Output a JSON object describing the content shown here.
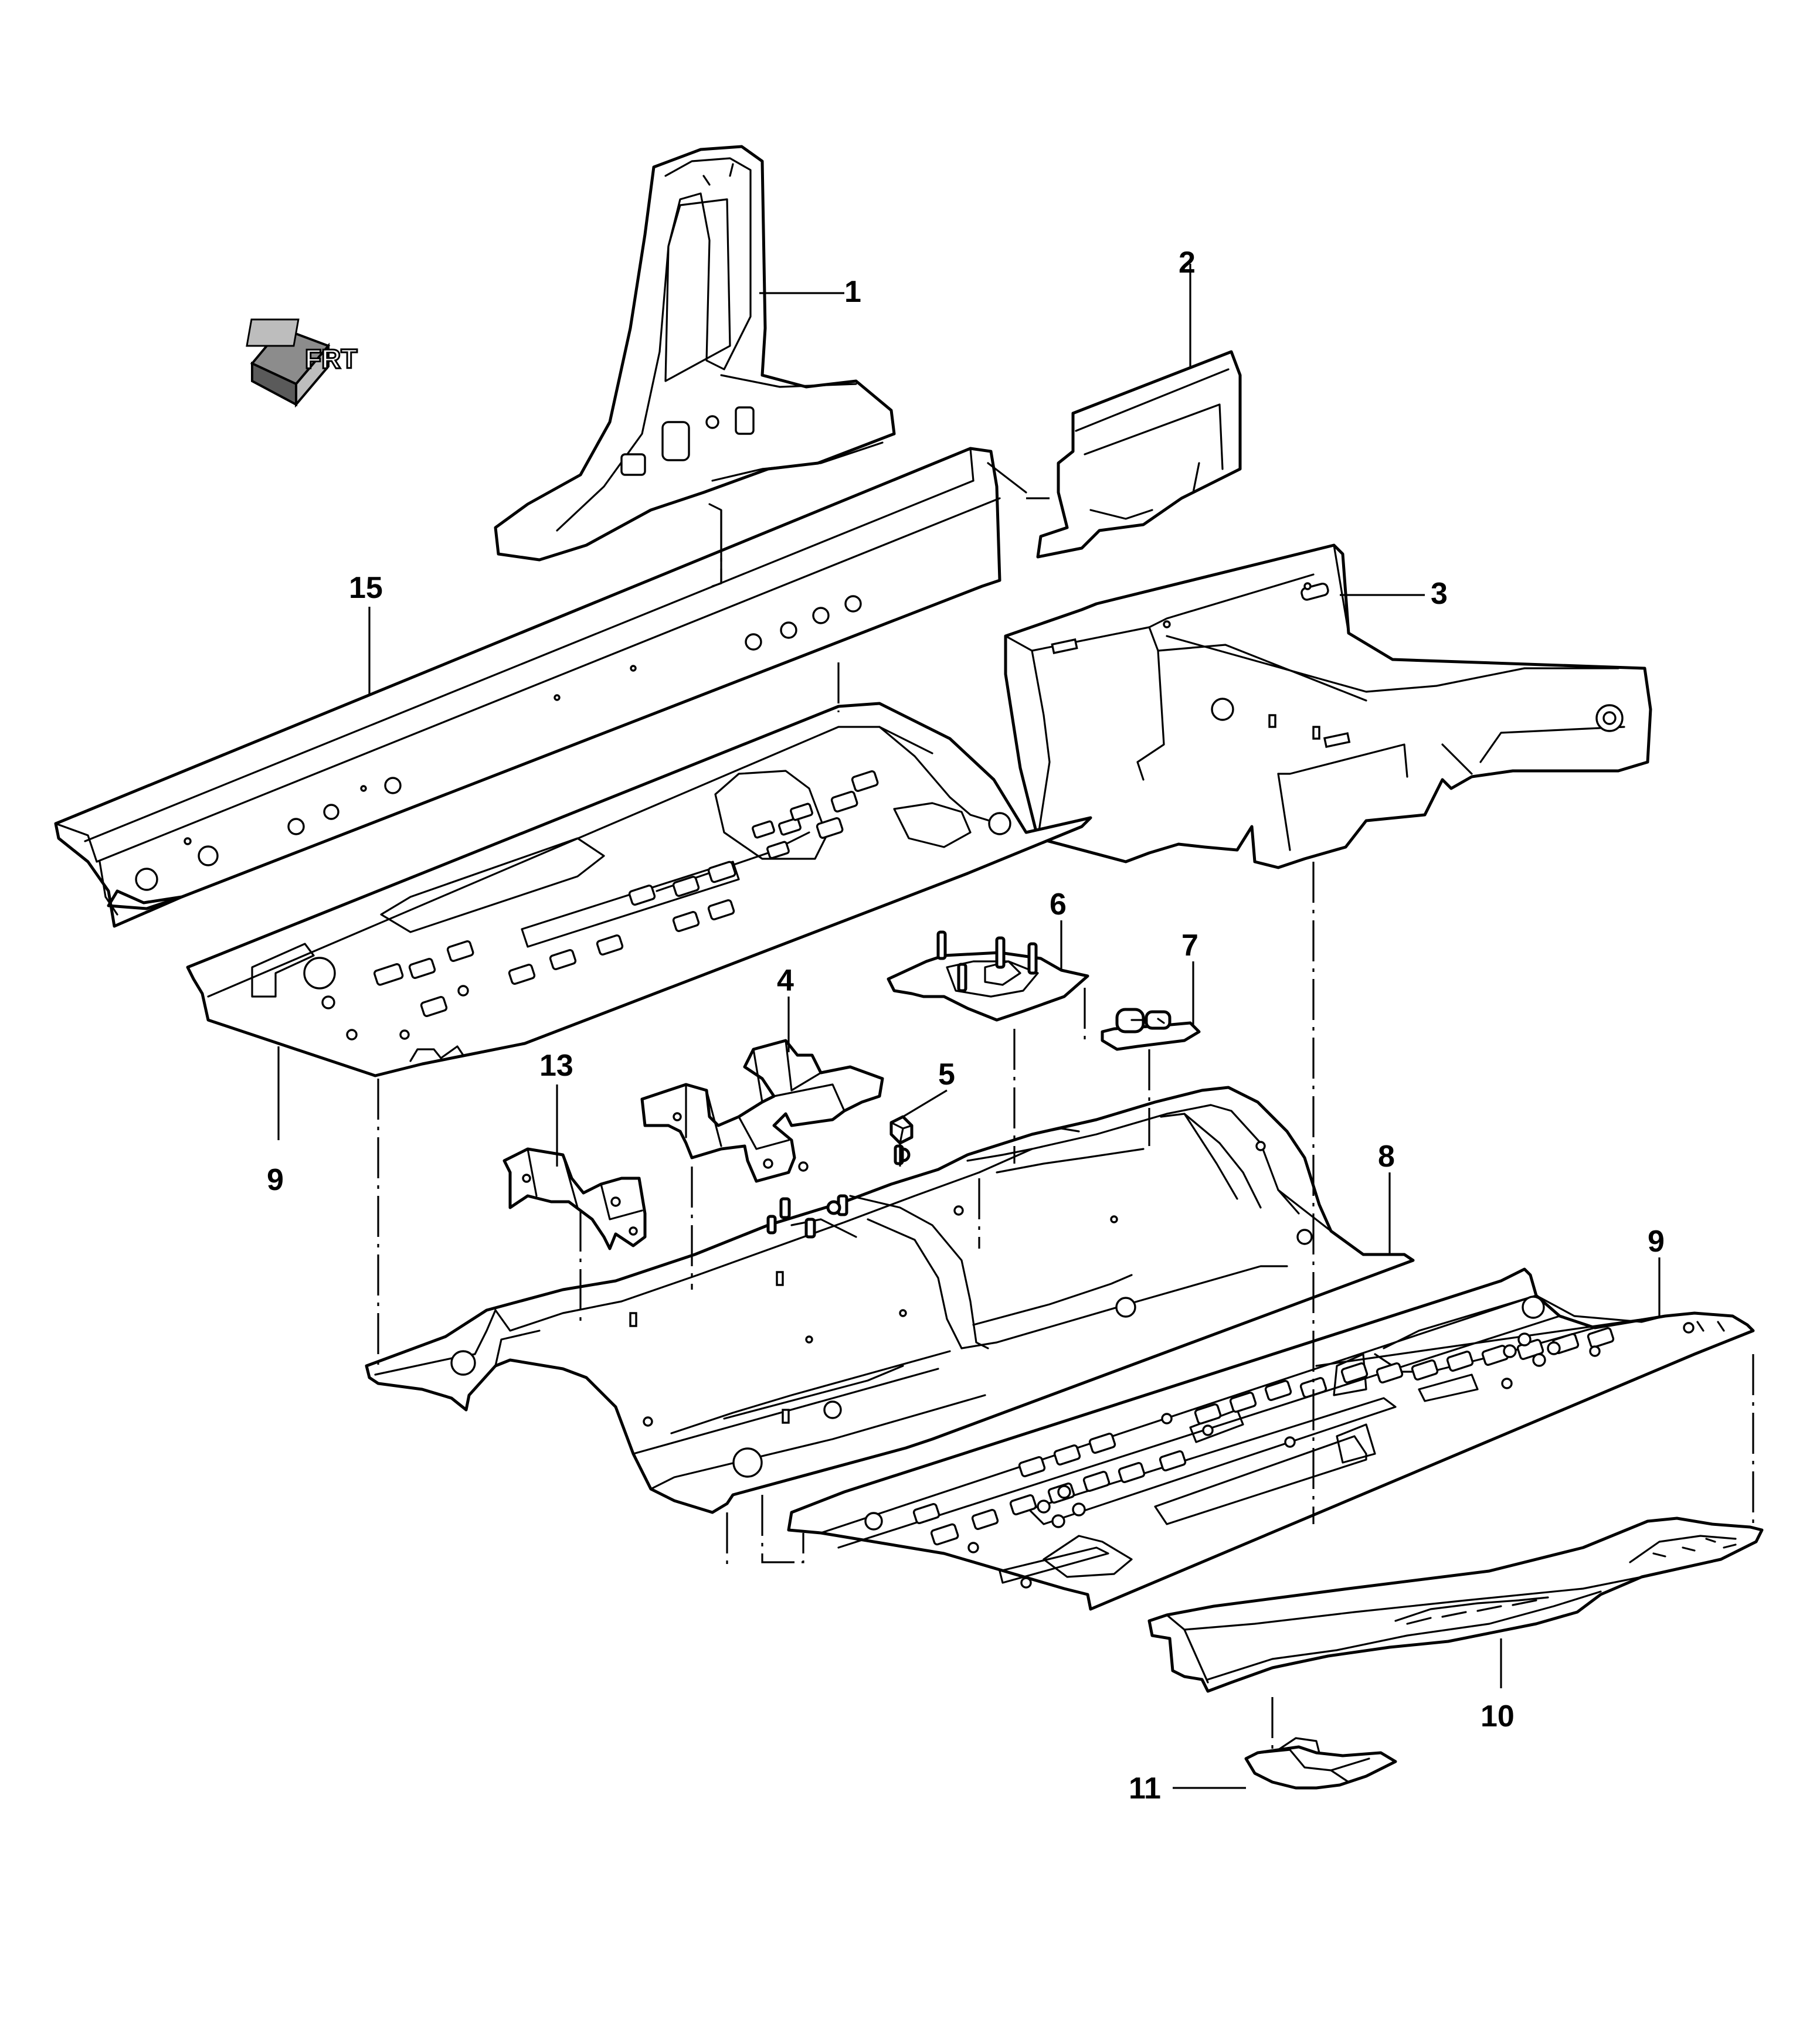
{
  "callouts": [
    {
      "id": "1",
      "label": "1"
    },
    {
      "id": "2",
      "label": "2"
    },
    {
      "id": "3",
      "label": "3"
    },
    {
      "id": "4",
      "label": "4"
    },
    {
      "id": "5",
      "label": "5"
    },
    {
      "id": "6",
      "label": "6"
    },
    {
      "id": "7",
      "label": "7"
    },
    {
      "id": "8",
      "label": "8"
    },
    {
      "id": "9a",
      "label": "9"
    },
    {
      "id": "9b",
      "label": "9"
    },
    {
      "id": "10",
      "label": "10"
    },
    {
      "id": "11",
      "label": "11"
    },
    {
      "id": "13",
      "label": "13"
    },
    {
      "id": "15",
      "label": "15"
    }
  ],
  "orientation_badge": {
    "text": "FRT",
    "icon": "front-direction-arrow-icon"
  },
  "colors": {
    "line": "#000000",
    "background": "#ffffff",
    "badge_fill": "#8c8c8c"
  }
}
